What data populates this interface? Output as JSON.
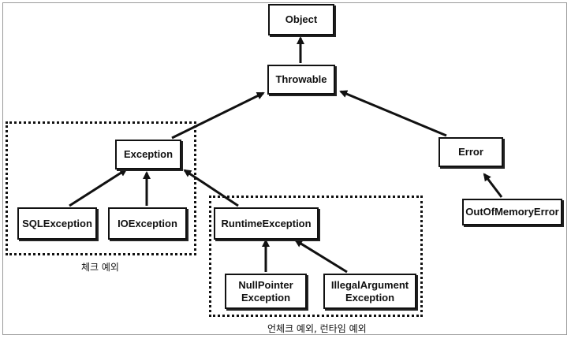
{
  "nodes": {
    "object": "Object",
    "throwable": "Throwable",
    "exception": "Exception",
    "error": "Error",
    "sql_exception": "SQLException",
    "io_exception": "IOException",
    "runtime_exception": "RuntimeException",
    "out_of_memory_error": "OutOfMemoryError",
    "null_pointer_exception": "NullPointer\nException",
    "illegal_argument_exception": "IllegalArgument\nException"
  },
  "groups": {
    "checked_label": "체크 예외",
    "unchecked_label": "언체크 예외, 런타임 예외"
  },
  "colors": {
    "line": "#111111",
    "background": "#ffffff"
  }
}
